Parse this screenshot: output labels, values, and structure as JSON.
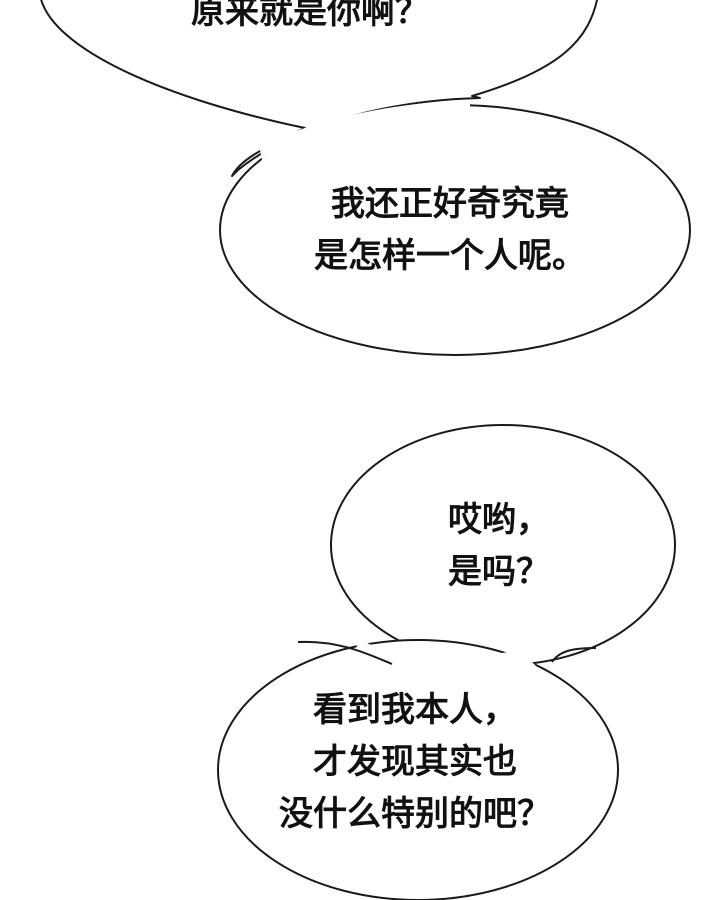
{
  "bubbles": [
    {
      "lines": [
        "原来就是你啊？"
      ]
    },
    {
      "lines": [
        "我还正好奇究竟",
        "是怎样一个人呢。"
      ]
    },
    {
      "lines": [
        "哎哟，",
        "是吗？"
      ]
    },
    {
      "lines": [
        "看到我本人，",
        "才发现其实也",
        "没什么特别的吧？"
      ]
    }
  ]
}
